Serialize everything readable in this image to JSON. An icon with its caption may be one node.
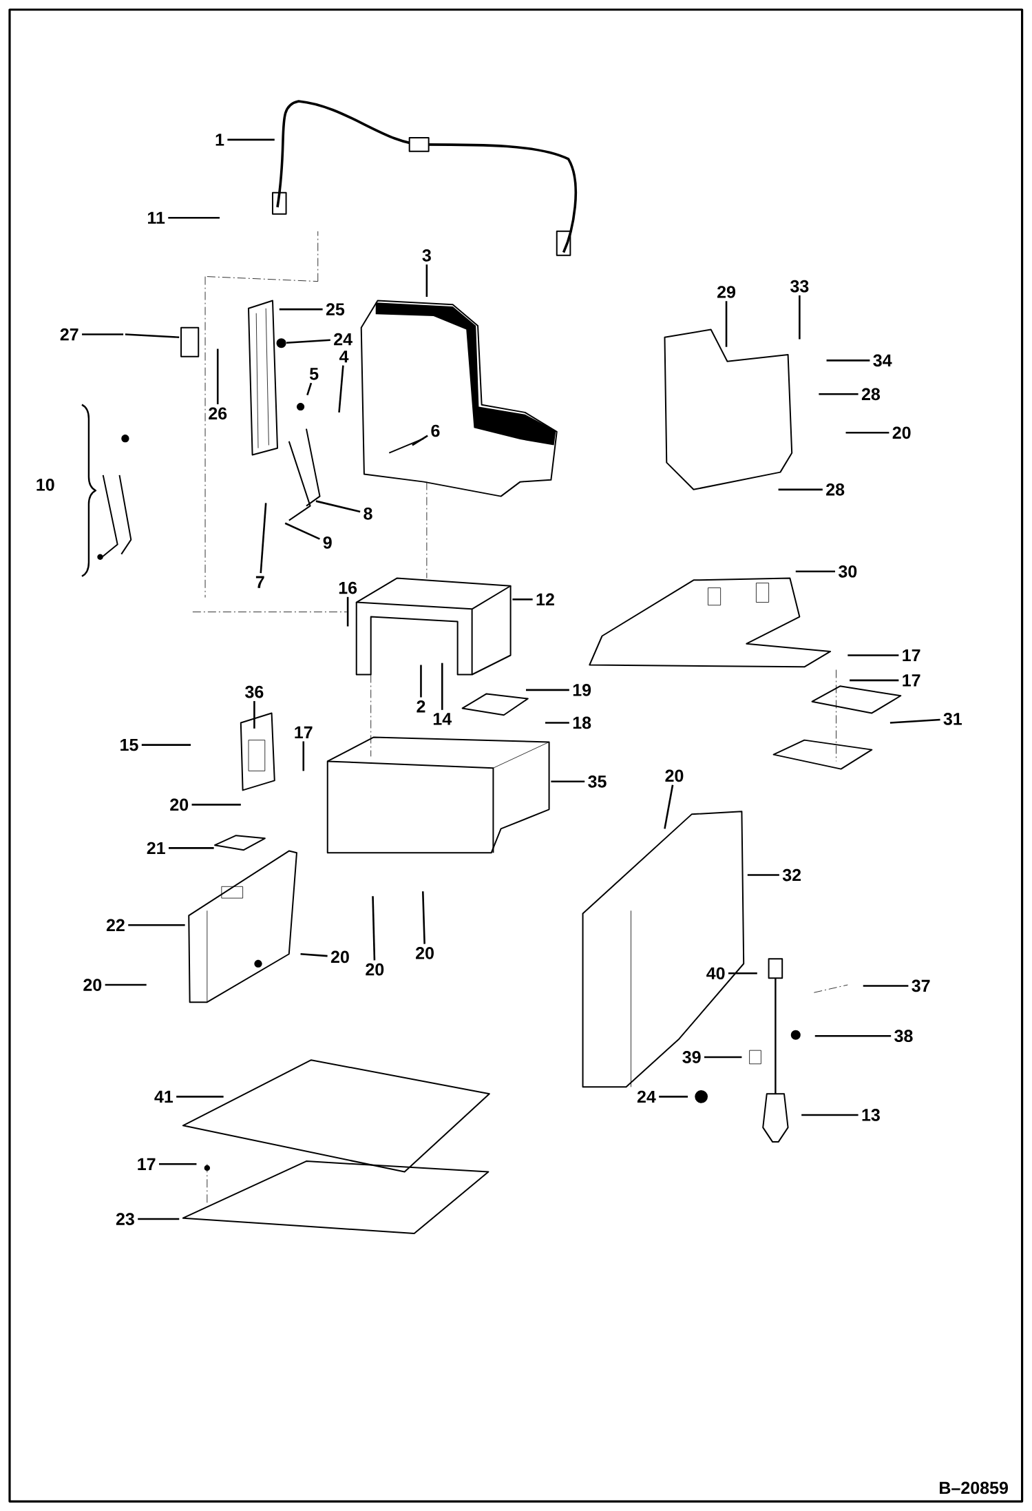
{
  "diagram": {
    "nodes": [
      {
        "text": [
          "1"
        ]
      },
      {
        "text": [
          "11"
        ]
      },
      {
        "text": [
          "3"
        ]
      },
      {
        "text": [
          "29"
        ]
      },
      {
        "text": [
          "33"
        ]
      },
      {
        "text": [
          "25"
        ]
      },
      {
        "text": [
          "27"
        ]
      },
      {
        "text": [
          "24"
        ]
      },
      {
        "text": [
          "34"
        ]
      },
      {
        "text": [
          "5"
        ]
      },
      {
        "text": [
          "4"
        ]
      },
      {
        "text": [
          "28"
        ]
      },
      {
        "text": [
          "26"
        ]
      },
      {
        "text": [
          "20"
        ]
      },
      {
        "text": [
          "6"
        ]
      },
      {
        "text": [
          "10"
        ]
      },
      {
        "text": [
          "28"
        ]
      },
      {
        "text": [
          "8"
        ]
      },
      {
        "text": [
          "9"
        ]
      },
      {
        "text": [
          "7"
        ]
      },
      {
        "text": [
          "30"
        ]
      },
      {
        "text": [
          "16"
        ]
      },
      {
        "text": [
          "12"
        ]
      },
      {
        "text": [
          "17"
        ]
      },
      {
        "text": [
          "17"
        ]
      },
      {
        "text": [
          "36"
        ]
      },
      {
        "text": [
          "19"
        ]
      },
      {
        "text": [
          "2"
        ]
      },
      {
        "text": [
          "14"
        ]
      },
      {
        "text": [
          "18"
        ]
      },
      {
        "text": [
          "31"
        ]
      },
      {
        "text": [
          "15"
        ]
      },
      {
        "text": [
          "17"
        ]
      },
      {
        "text": [
          "35"
        ]
      },
      {
        "text": [
          "20"
        ]
      },
      {
        "text": [
          "20"
        ]
      },
      {
        "text": [
          "21"
        ]
      },
      {
        "text": [
          "32"
        ]
      },
      {
        "text": [
          "22"
        ]
      },
      {
        "text": [
          "20"
        ]
      },
      {
        "text": [
          "20"
        ]
      },
      {
        "text": [
          "20"
        ]
      },
      {
        "text": [
          "20"
        ]
      },
      {
        "text": [
          "40"
        ]
      },
      {
        "text": [
          "37"
        ]
      },
      {
        "text": [
          "38"
        ]
      },
      {
        "text": [
          "39"
        ]
      },
      {
        "text": [
          "24"
        ]
      },
      {
        "text": [
          "13"
        ]
      },
      {
        "text": [
          "41"
        ]
      },
      {
        "text": [
          "17"
        ]
      },
      {
        "text": [
          "23"
        ]
      },
      {
        "text": [],
        "shape": "circle"
      }
    ],
    "edges": [
      {
        "from": 0,
        "to": null,
        "arrow": "none"
      },
      {
        "from": 1,
        "to": null,
        "arrow": "none"
      },
      {
        "from": 2,
        "to": null,
        "arrow": "none"
      },
      {
        "from": 3,
        "to": null,
        "arrow": "none"
      },
      {
        "from": 4,
        "to": null,
        "arrow": "none"
      },
      {
        "from": 5,
        "to": null,
        "arrow": "none"
      },
      {
        "from": 6,
        "to": null,
        "arrow": "none"
      },
      {
        "from": 7,
        "to": 52,
        "arrow": "none"
      },
      {
        "from": 8,
        "to": null,
        "arrow": "none"
      },
      {
        "from": 9,
        "to": null,
        "arrow": "none"
      },
      {
        "from": 10,
        "to": null,
        "arrow": "none"
      },
      {
        "from": 11,
        "to": null,
        "arrow": "none"
      },
      {
        "from": 12,
        "to": null,
        "arrow": "none"
      },
      {
        "from": 13,
        "to": null,
        "arrow": "none"
      },
      {
        "from": 14,
        "to": null,
        "arrow": "none"
      },
      {
        "from": 16,
        "to": null,
        "arrow": "none"
      },
      {
        "from": 17,
        "to": null,
        "arrow": "none"
      },
      {
        "from": 18,
        "to": null,
        "arrow": "none"
      },
      {
        "from": 19,
        "to": null,
        "arrow": "none"
      },
      {
        "from": 20,
        "to": null,
        "arrow": "none"
      },
      {
        "from": 21,
        "to": null,
        "arrow": "none"
      },
      {
        "from": 22,
        "to": null,
        "arrow": "none"
      },
      {
        "from": 23,
        "to": null,
        "arrow": "none"
      },
      {
        "from": 24,
        "to": null,
        "arrow": "none"
      },
      {
        "from": 25,
        "to": null,
        "arrow": "none"
      },
      {
        "from": 26,
        "to": null,
        "arrow": "none"
      },
      {
        "from": 27,
        "to": null,
        "arrow": "none"
      },
      {
        "from": 28,
        "to": null,
        "arrow": "none"
      },
      {
        "from": 29,
        "to": null,
        "arrow": "none"
      },
      {
        "from": 30,
        "to": null,
        "arrow": "none"
      },
      {
        "from": 31,
        "to": null,
        "arrow": "none"
      },
      {
        "from": 32,
        "to": null,
        "arrow": "none"
      },
      {
        "from": 33,
        "to": null,
        "arrow": "none"
      },
      {
        "from": 34,
        "to": null,
        "arrow": "none"
      },
      {
        "from": 35,
        "to": null,
        "arrow": "none"
      },
      {
        "from": 36,
        "to": null,
        "arrow": "none"
      },
      {
        "from": 37,
        "to": null,
        "arrow": "none"
      },
      {
        "from": 38,
        "to": null,
        "arrow": "none"
      },
      {
        "from": 39,
        "to": null,
        "arrow": "none"
      },
      {
        "from": 40,
        "to": null,
        "arrow": "none"
      },
      {
        "from": 41,
        "to": null,
        "arrow": "none"
      },
      {
        "from": 42,
        "to": null,
        "arrow": "none"
      },
      {
        "from": 43,
        "to": null,
        "arrow": "none"
      },
      {
        "from": 44,
        "to": null,
        "arrow": "none"
      },
      {
        "from": 45,
        "to": null,
        "arrow": "none"
      },
      {
        "from": 46,
        "to": null,
        "arrow": "none"
      },
      {
        "from": 47,
        "to": null,
        "arrow": "none"
      },
      {
        "from": 48,
        "to": null,
        "arrow": "none"
      },
      {
        "from": 49,
        "to": null,
        "arrow": "none"
      },
      {
        "from": 50,
        "to": null,
        "arrow": "none"
      },
      {
        "from": 51,
        "to": null,
        "arrow": "none"
      }
    ],
    "labels": [
      "B–20859"
    ]
  }
}
